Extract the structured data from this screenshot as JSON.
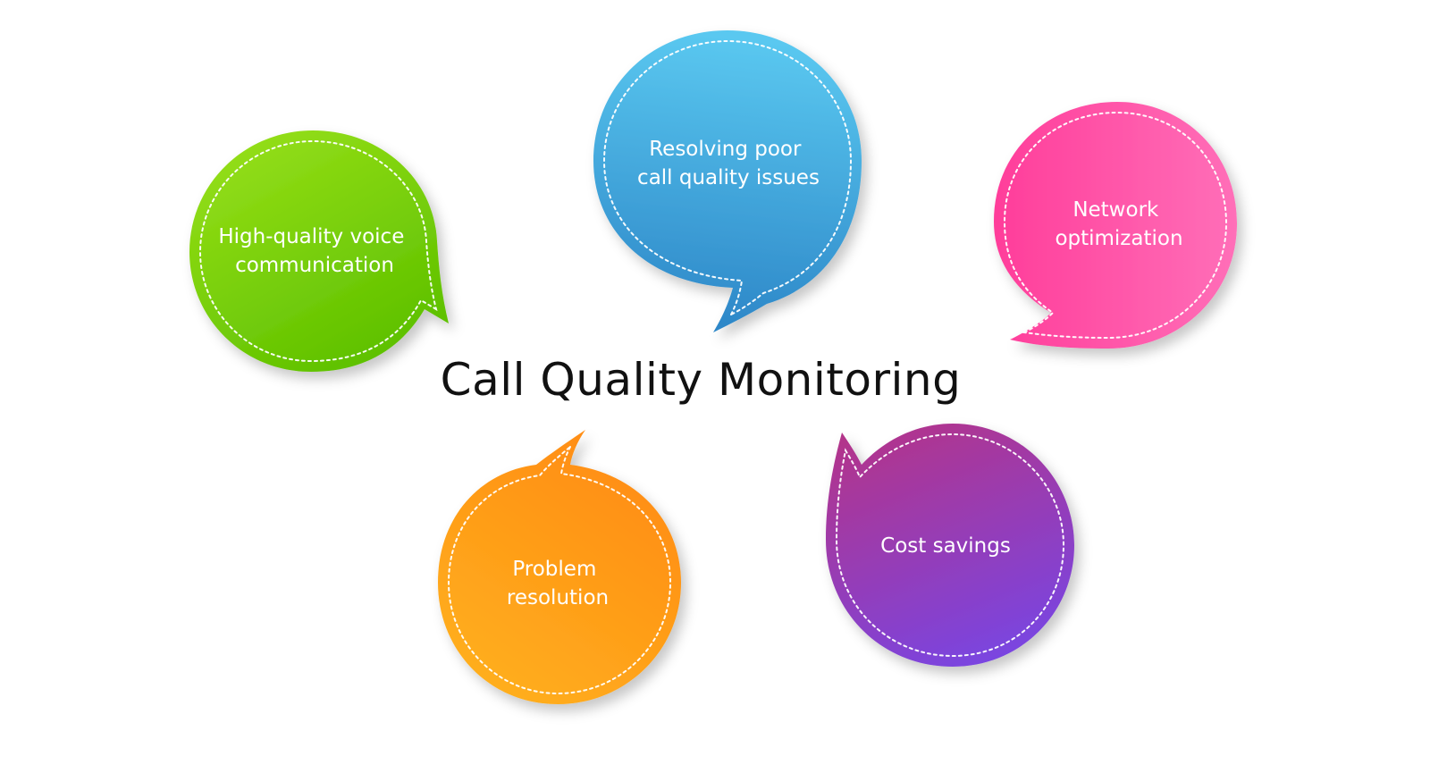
{
  "diagram": {
    "title": "Call Quality Monitoring",
    "bubbles": [
      {
        "id": "high-quality-voice",
        "lines": [
          "High-quality voice",
          "communication"
        ],
        "color_start": "#9be21a",
        "color_end": "#5fc100"
      },
      {
        "id": "resolving-poor-call-quality",
        "lines": [
          "Resolving poor",
          "call quality issues"
        ],
        "color_start": "#5ac8f0",
        "color_end": "#2b84c6"
      },
      {
        "id": "network-optimization",
        "lines": [
          "Network",
          "optimization"
        ],
        "color_start": "#ff3d9a",
        "color_end": "#ff6fb8"
      },
      {
        "id": "problem-resolution",
        "lines": [
          "Problem",
          "resolution"
        ],
        "color_start": "#ff8a12",
        "color_end": "#ffb01e"
      },
      {
        "id": "cost-savings",
        "lines": [
          "Cost savings"
        ],
        "color_start": "#b3348a",
        "color_end": "#7a45e0"
      }
    ]
  }
}
